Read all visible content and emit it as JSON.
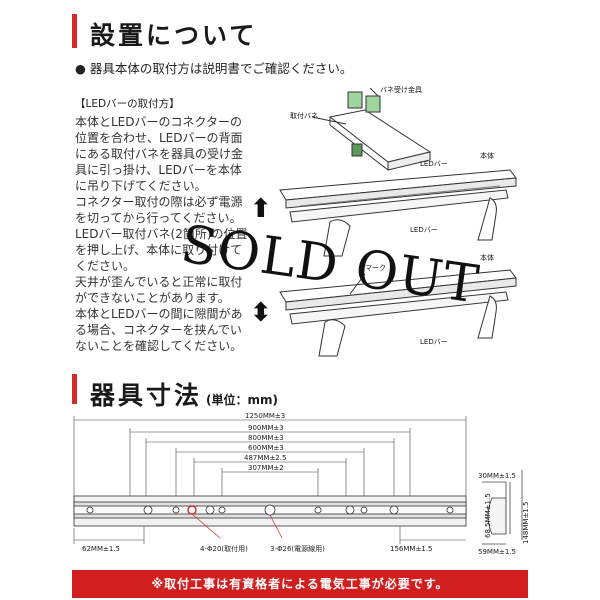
{
  "section1": {
    "title": "設置について",
    "note": "● 器具本体の取付方は説明書でご確認ください。",
    "subheading": "【LEDバーの取付方】",
    "paragraph1": "本体とLEDバーのコネクターの\n位置を合わせ、LEDバーの背面\nにある取付バネを器具の受け金\n具に引っ掛け、LEDバーを本体\nに吊り下げてください。\nコネクター取付の際は必ず電源\nを切ってから行ってください。",
    "paragraph2": "LEDバー取付バネ(2箇所)の位置\nを押し上げ、本体に取り付けて\nください。\n天井が歪んでいると正常に取付\nができないことがあります。\n本体とLEDバーの間に隙間があ\nる場合、コネクターを挟んでい\nないことを確認してください。",
    "diagram_labels": {
      "bane_kanagu": "バネ受け金具",
      "toritsuke_bane": "取付バネ",
      "led_bar_1": "LEDバー",
      "hontai_1": "本体",
      "led_bar_2": "LEDバー",
      "mark": "マーク",
      "hontai_2": "本体",
      "led_bar_3": "LEDバー"
    }
  },
  "section2": {
    "title": "器具寸法",
    "unit": "(単位：mm)",
    "dimensions": {
      "d1250": "1250MM±3",
      "d900": "900MM±3",
      "d800": "800MM±3",
      "d600": "600MM±3",
      "d487": "487MM±2.5",
      "d307": "307MM±2",
      "d62": "62MM±1.5",
      "d156": "156MM±1.5",
      "hole_mount": "4-Φ20(取付用)",
      "hole_power": "3-Φ26(電源線用)",
      "d30": "30MM±1.5",
      "d68": "68.5MM±1.5",
      "d148": "148MM±1.5",
      "d59": "59MM±1.5"
    }
  },
  "watermark": "SOLD OUT",
  "footer": "※取付工事は有資格者による電気工事が必要です。"
}
